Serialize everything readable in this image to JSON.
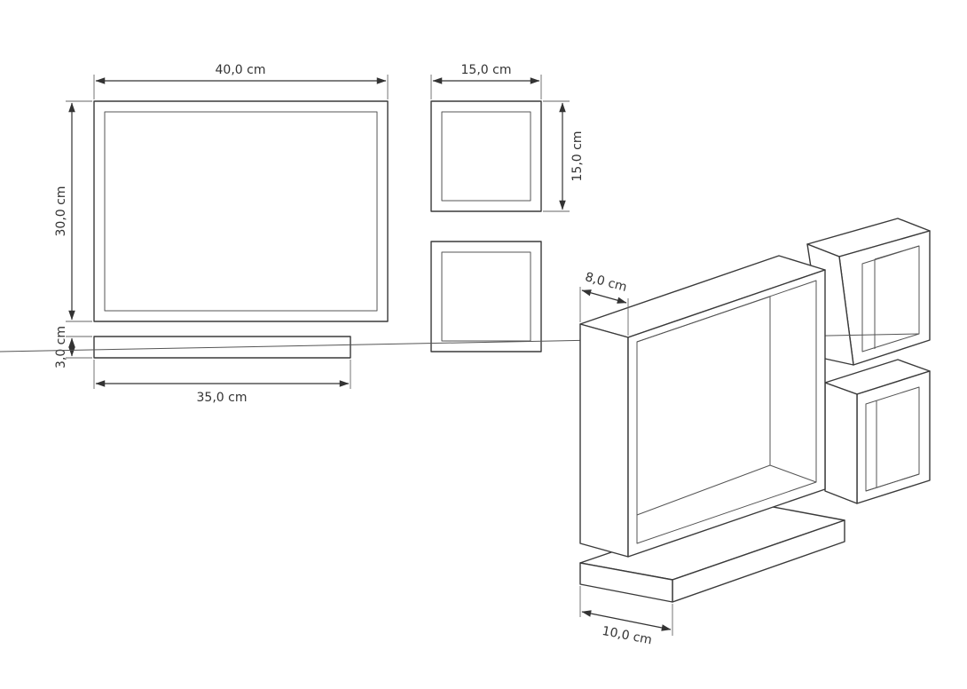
{
  "dimensions": {
    "large_width": "40,0 cm",
    "large_height": "30,0 cm",
    "shelf_thickness": "3,0 cm",
    "shelf_length": "35,0 cm",
    "cube_width": "15,0 cm",
    "cube_height": "15,0 cm",
    "frame_depth": "8,0 cm",
    "shelf_depth": "10,0 cm"
  },
  "colors": {
    "line": "#3a3a3a",
    "text": "#333333",
    "background": "#ffffff"
  }
}
